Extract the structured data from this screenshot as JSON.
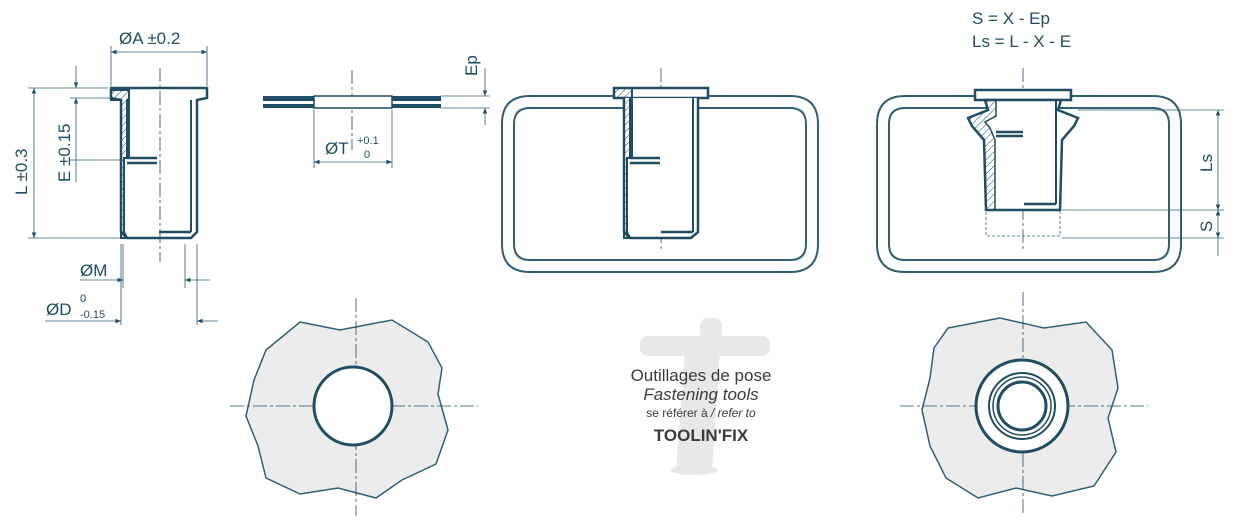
{
  "colors": {
    "line": "#1f4d63",
    "thin": "#2f5f75",
    "fill_surface": "#edecec",
    "hatch": "#1f4d63",
    "watermark": "#e6e6e6",
    "text": "#3b3b3b"
  },
  "labels": {
    "dim_a": "ØA ±0.2",
    "dim_e": "E ±0.15",
    "dim_l": "L ±0.3",
    "dim_m": "ØM",
    "dim_d": "ØD",
    "dim_d_upper": "0",
    "dim_d_lower": "-0.15",
    "dim_ep": "Ep",
    "dim_t": "ØT",
    "dim_t_upper": "+0.1",
    "dim_t_lower": "0",
    "formula_s": "S = X - Ep",
    "formula_ls": "Ls = L - X - E",
    "dim_ls": "Ls",
    "dim_s": "S"
  },
  "tools_note": {
    "line1": "Outillages de pose",
    "line2": "Fastening tools",
    "line3_fr": "se référer à",
    "line3_en": "/ refer to",
    "line4": "TOOLIN'FIX"
  }
}
